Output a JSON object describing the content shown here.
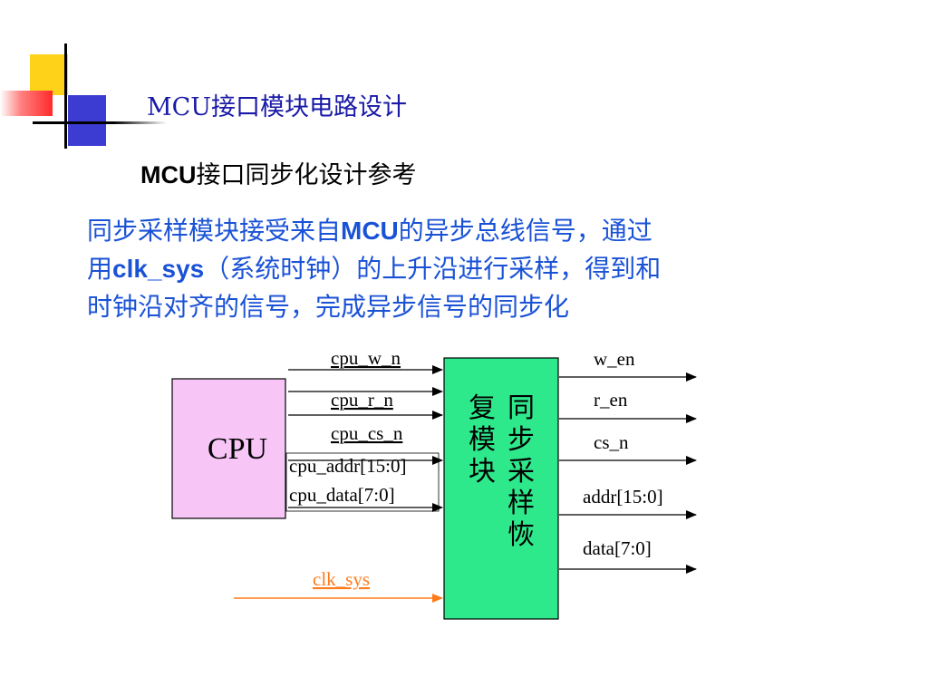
{
  "slide": {
    "title": "MCU接口模块电路设计",
    "subtitle_bold": "MCU",
    "subtitle_rest": "接口同步化设计参考"
  },
  "body": {
    "line1_a": "同步采样模块接受来自",
    "line1_b": "MCU",
    "line1_c": "的异步总线信号，通过",
    "line2_a": "用",
    "line2_b": "clk_sys",
    "line2_c": "（系统时钟）的上升沿进行采样，得到和",
    "line3": "时钟沿对齐的信号，完成异步信号的同步化"
  },
  "diagram": {
    "cpu_label": "CPU",
    "module_col1": [
      "复",
      "模",
      "块"
    ],
    "module_col2": [
      "同",
      "步",
      "采",
      "样",
      "恢"
    ],
    "inputs": [
      "cpu_w_n",
      "cpu_r_n",
      "cpu_cs_n",
      "cpu_addr[15:0]",
      "cpu_data[7:0]"
    ],
    "clock": "clk_sys",
    "outputs": [
      "w_en",
      "r_en",
      "cs_n",
      "addr[15:0]",
      "data[7:0]"
    ],
    "colors": {
      "cpu_fill": "#f7c6f7",
      "module_fill": "#2ee88c",
      "clock": "#ff7a1a",
      "title": "#1a1aa8",
      "body_text": "#1a52d6"
    }
  }
}
